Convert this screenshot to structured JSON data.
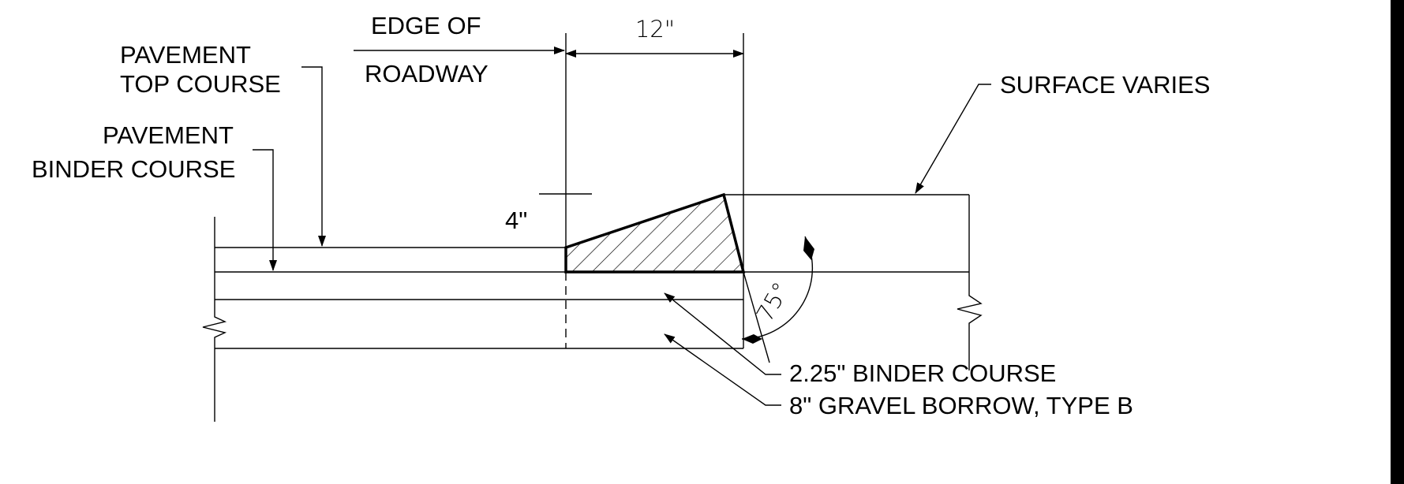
{
  "labels": {
    "edge_of": "EDGE OF",
    "roadway": "ROADWAY",
    "dim_width": "12\"",
    "pavement_top_1": "PAVEMENT",
    "pavement_top_2": "TOP COURSE",
    "pavement_binder_1": "PAVEMENT",
    "pavement_binder_2": "BINDER COURSE",
    "dim_height": "4\"",
    "surface_varies": "SURFACE VARIES",
    "angle": "75°",
    "binder_course": "2.25\" BINDER COURSE",
    "gravel_borrow": "8\" GRAVEL BORROW, TYPE B"
  },
  "colors": {
    "line": "#000000",
    "background": "#ffffff"
  }
}
